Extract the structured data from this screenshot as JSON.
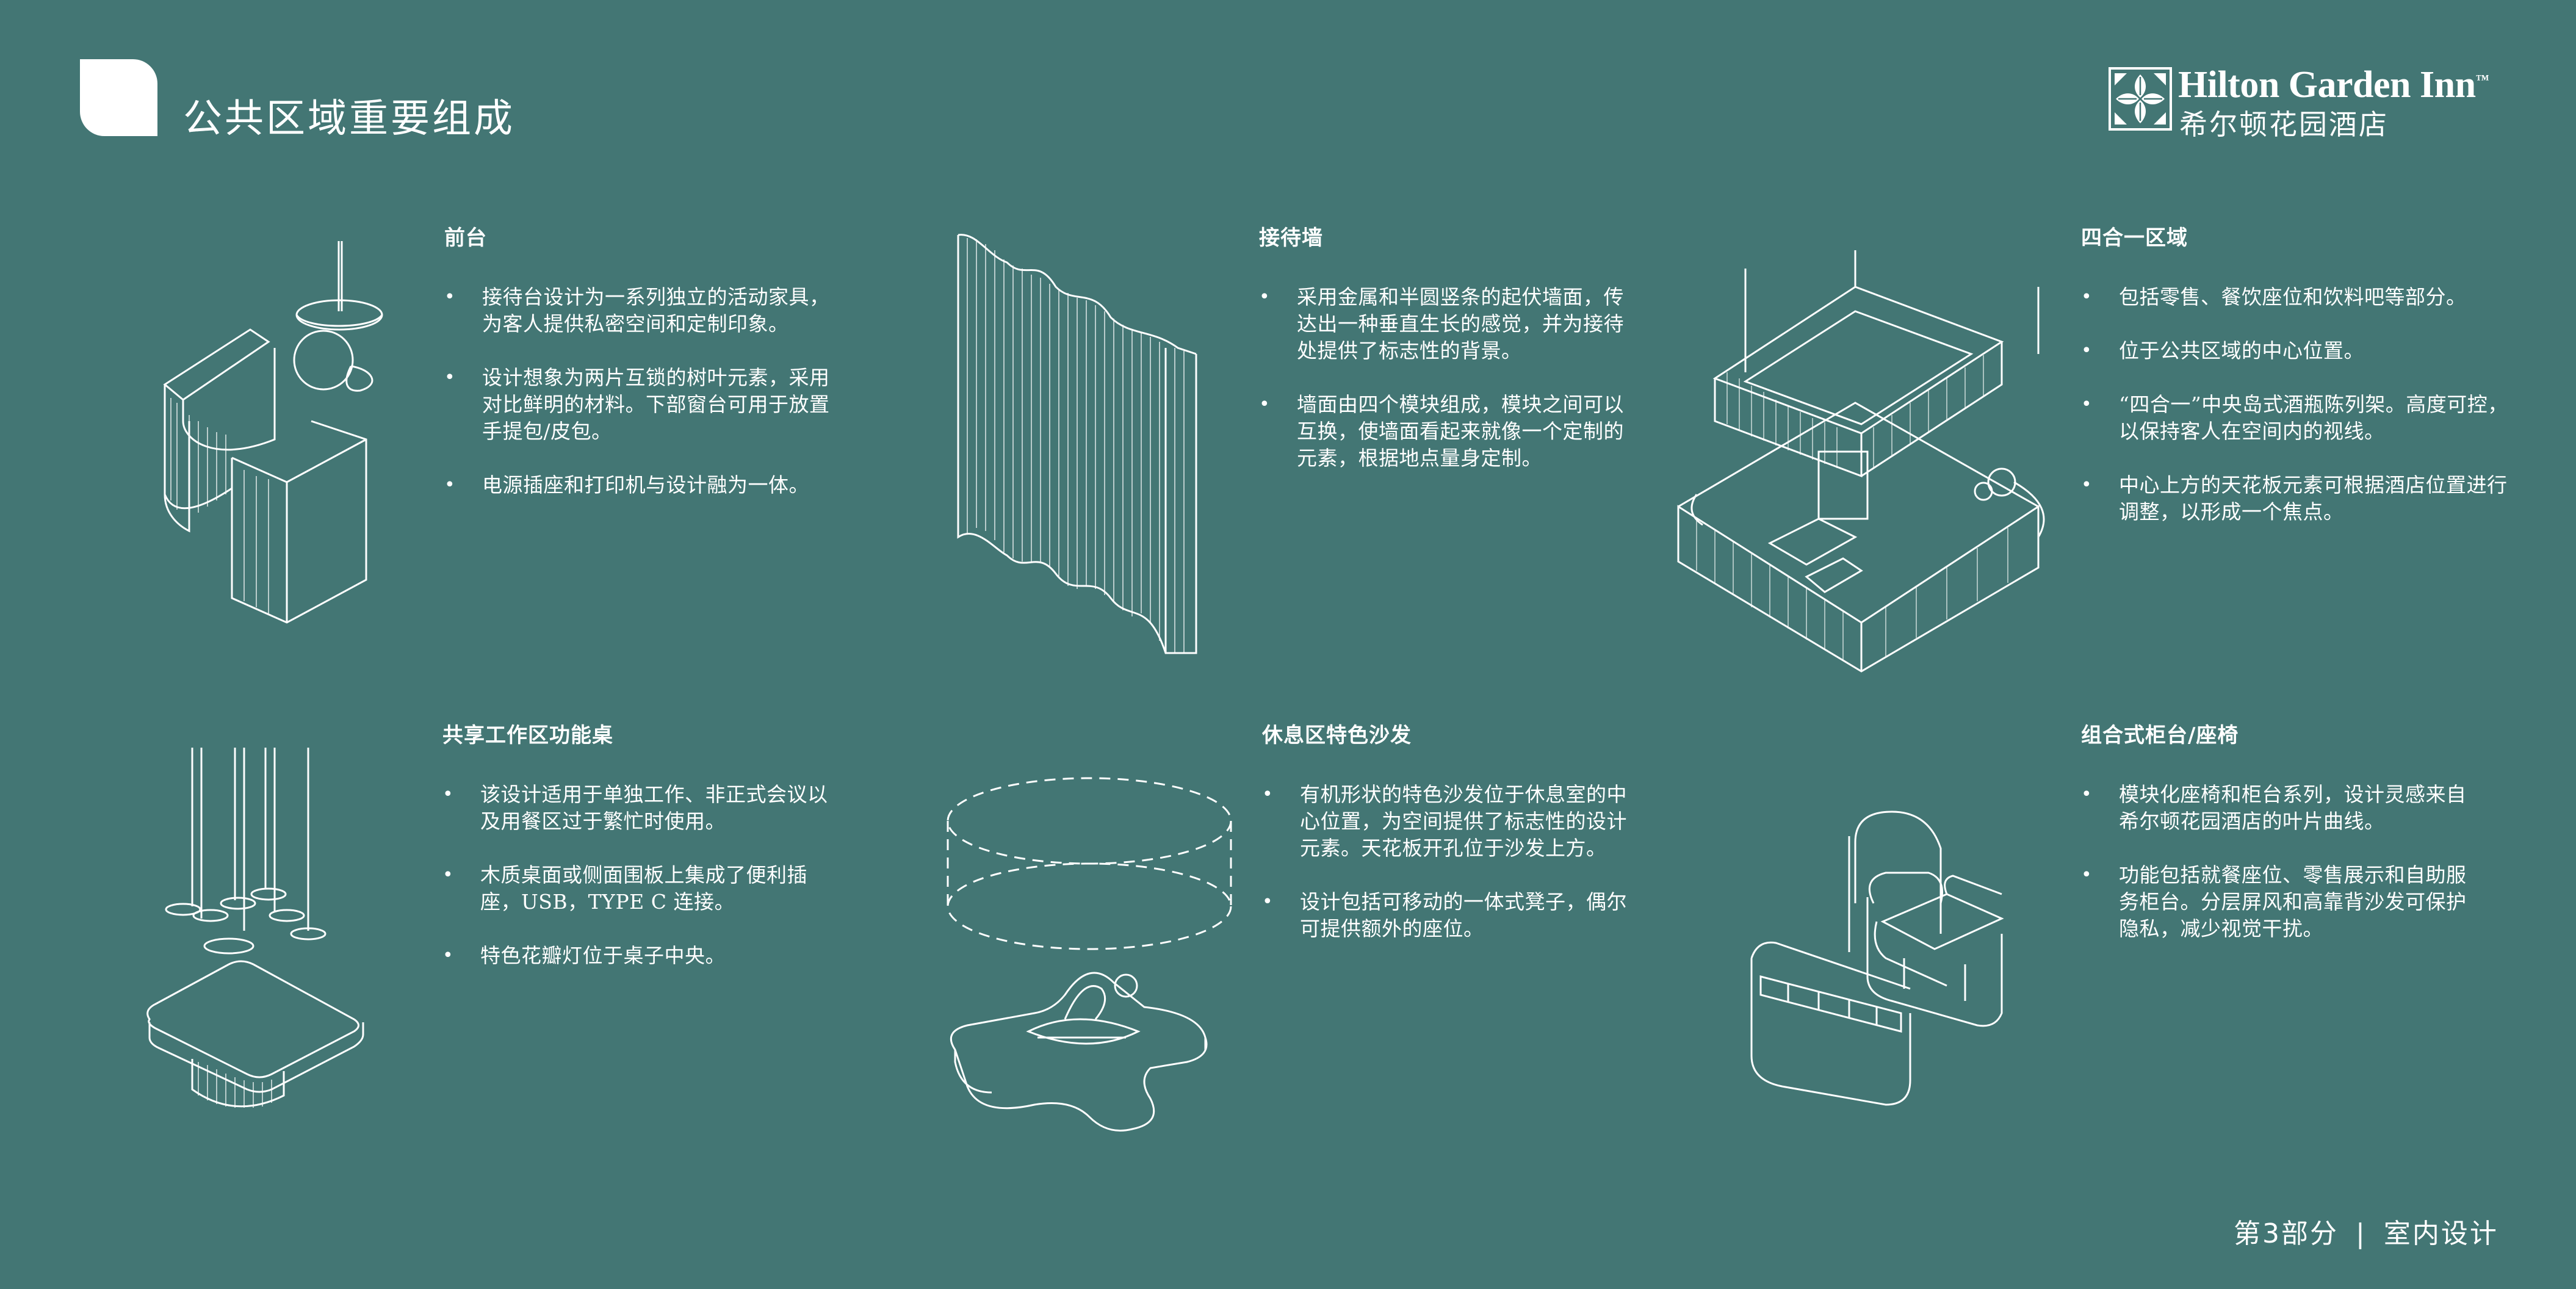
{
  "header": {
    "title": "公共区域重要组成"
  },
  "brand": {
    "name_en": "Hilton Garden Inn",
    "trademark": "™",
    "name_cn": "希尔顿花园酒店"
  },
  "sections": [
    {
      "heading": "前台",
      "bullets": [
        "接待台设计为一系列独立的活动家具，为客人提供私密空间和定制印象。",
        "设计想象为两片互锁的树叶元素，采用对比鲜明的材料。下部窗台可用于放置手提包/皮包。",
        "电源插座和打印机与设计融为一体。"
      ]
    },
    {
      "heading": "接待墙",
      "bullets": [
        "采用金属和半圆竖条的起伏墙面，传达出一种垂直生长的感觉，并为接待处提供了标志性的背景。",
        "墙面由四个模块组成，模块之间可以互换，使墙面看起来就像一个定制的元素，根据地点量身定制。"
      ]
    },
    {
      "heading": "四合一区域",
      "bullets": [
        "包括零售、餐饮座位和饮料吧等部分。",
        "位于公共区域的中心位置。",
        "“四合一”中央岛式酒瓶陈列架。高度可控，以保持客人在空间内的视线。",
        "中心上方的天花板元素可根据酒店位置进行调整，以形成一个焦点。"
      ]
    },
    {
      "heading": "共享工作区功能桌",
      "bullets": [
        "该设计适用于单独工作、非正式会议以及用餐区过于繁忙时使用。",
        "木质桌面或侧面围板上集成了便利插座，USB，TYPE C 连接。",
        "特色花瓣灯位于桌子中央。"
      ]
    },
    {
      "heading": "休息区特色沙发",
      "bullets": [
        "有机形状的特色沙发位于休息室的中心位置，为空间提供了标志性的设计元素。天花板开孔位于沙发上方。",
        "设计包括可移动的一体式凳子，偶尔可提供额外的座位。"
      ]
    },
    {
      "heading": "组合式柜台/座椅",
      "bullets": [
        "模块化座椅和柜台系列，设计灵感来自希尔顿花园酒店的叶片曲线。",
        "功能包括就餐座位、零售展示和自助服务柜台。分层屏风和高靠背沙发可保护隐私，减少视觉干扰。"
      ]
    }
  ],
  "footer": {
    "part": "第3部分",
    "separator": "|",
    "chapter": "室内设计"
  }
}
